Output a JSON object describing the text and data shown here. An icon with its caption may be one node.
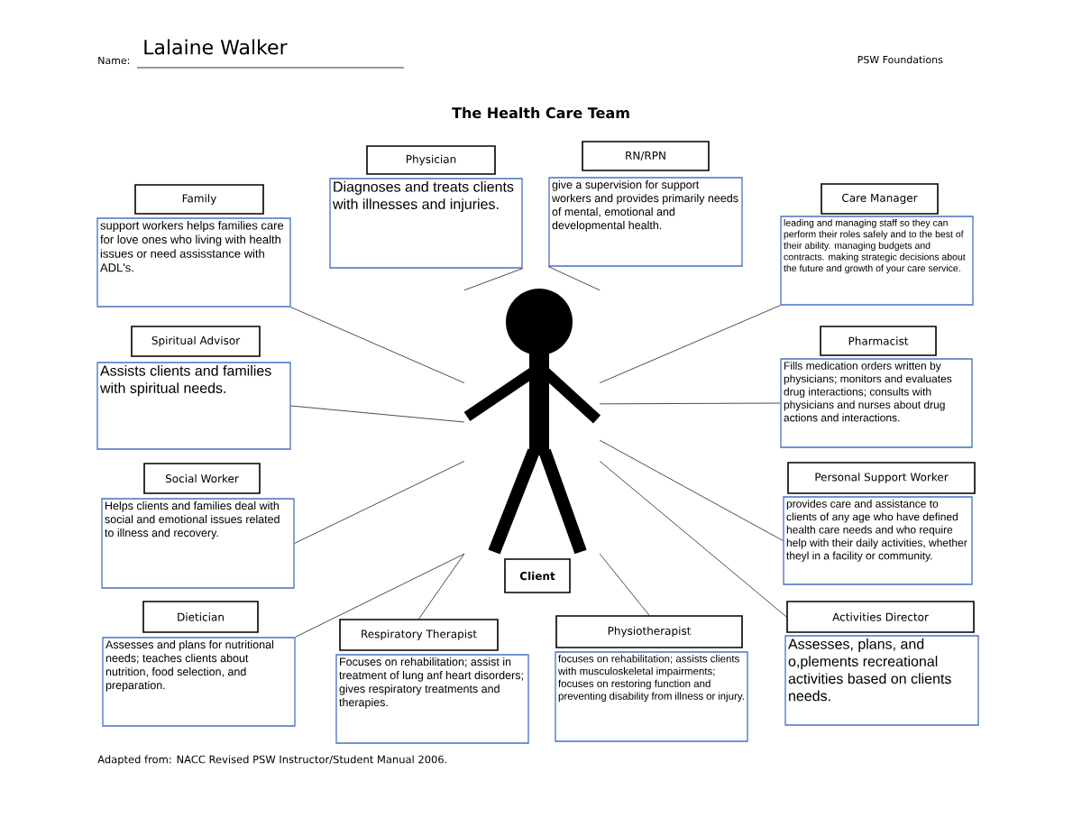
{
  "diagram": {
    "title": "The Health Care Team",
    "caption": "Adapted from: NACC Revised PSW Instructor/Student Manual 2006.",
    "nodes": [
      {
        "text": [
          "Physician"
        ]
      },
      {
        "text": [
          "Diagnoses and treats clients with illnesses and injuries."
        ]
      },
      {
        "text": [
          "RN/RPN"
        ]
      },
      {
        "text": [
          "give a supervision for support workers and provides primarily needs of mental, emotional and developmental health."
        ]
      },
      {
        "text": [
          "Family"
        ]
      },
      {
        "text": [
          "support workers helps families care for love ones who living with health issues or need assisstance with ADL's."
        ]
      },
      {
        "text": [
          "Care Manager"
        ]
      },
      {
        "text": [
          "leading and managing staff so they can perform their roles safely and to the best of their ability. managing budgets and contracts. making strategic decisions about the future and growth of your care service."
        ]
      },
      {
        "text": [],
        "shape": "person"
      },
      {
        "text": [
          "Spiritual Advisor"
        ]
      },
      {
        "text": [
          "Assists clients and families with spiritual needs."
        ]
      },
      {
        "text": [
          "Pharmacist"
        ]
      },
      {
        "text": [
          "Fills medication orders written by physicians; monitors and evaluates drug interactions; consults with physicians and nurses about drug actions and interactions."
        ]
      },
      {
        "text": [
          "Social Worker"
        ]
      },
      {
        "text": [
          "Helps clients and families deal with social and emotional issues related to illness and recovery."
        ]
      },
      {
        "text": [
          "Personal Support Worker"
        ]
      },
      {
        "text": [
          "provides care and assistance to clients of any age who have defined health care needs and who require help with their daily activities, whether theyl in a facility or community."
        ]
      },
      {
        "text": [
          "Client"
        ]
      },
      {
        "text": [
          "Dietician"
        ]
      },
      {
        "text": [
          "Assesses and plans for nutritional needs; teaches clients about nutrition, food selection, and preparation."
        ]
      },
      {
        "text": [
          "Activities Director"
        ]
      },
      {
        "text": [
          "Assesses, plans, and o,plements recreational activities based on clients needs."
        ]
      },
      {
        "text": [
          "Respiratory Therapist"
        ]
      },
      {
        "text": [
          "Focuses on rehabilitation; assist in treatment of lung anf heart disorders; gives respiratory treatments and therapies."
        ]
      },
      {
        "text": [
          "Physiotherapist"
        ]
      },
      {
        "text": [
          "focuses on rehabilitation; assists clients with musculoskeletal impairments; focuses on restoring function and preventing disability from illness or injury."
        ]
      }
    ],
    "edges": [
      {
        "from": 8,
        "to": 1,
        "arrow": "none"
      },
      {
        "from": 8,
        "to": 3,
        "arrow": "none"
      },
      {
        "from": 8,
        "to": 5,
        "arrow": "none"
      },
      {
        "from": 8,
        "to": 7,
        "arrow": "none"
      },
      {
        "from": 8,
        "to": 10,
        "arrow": "none"
      },
      {
        "from": 8,
        "to": 12,
        "arrow": "none"
      },
      {
        "from": 8,
        "to": 14,
        "arrow": "none"
      },
      {
        "from": 8,
        "to": 16,
        "arrow": "none"
      },
      {
        "from": 8,
        "to": 19,
        "arrow": "none"
      },
      {
        "from": 8,
        "to": 20,
        "arrow": "none"
      },
      {
        "from": 8,
        "to": 22,
        "arrow": "none"
      },
      {
        "from": 8,
        "to": 24,
        "arrow": "none"
      }
    ],
    "labels": [
      "Name:",
      "Lalaine Walker",
      "PSW Foundations"
    ]
  }
}
